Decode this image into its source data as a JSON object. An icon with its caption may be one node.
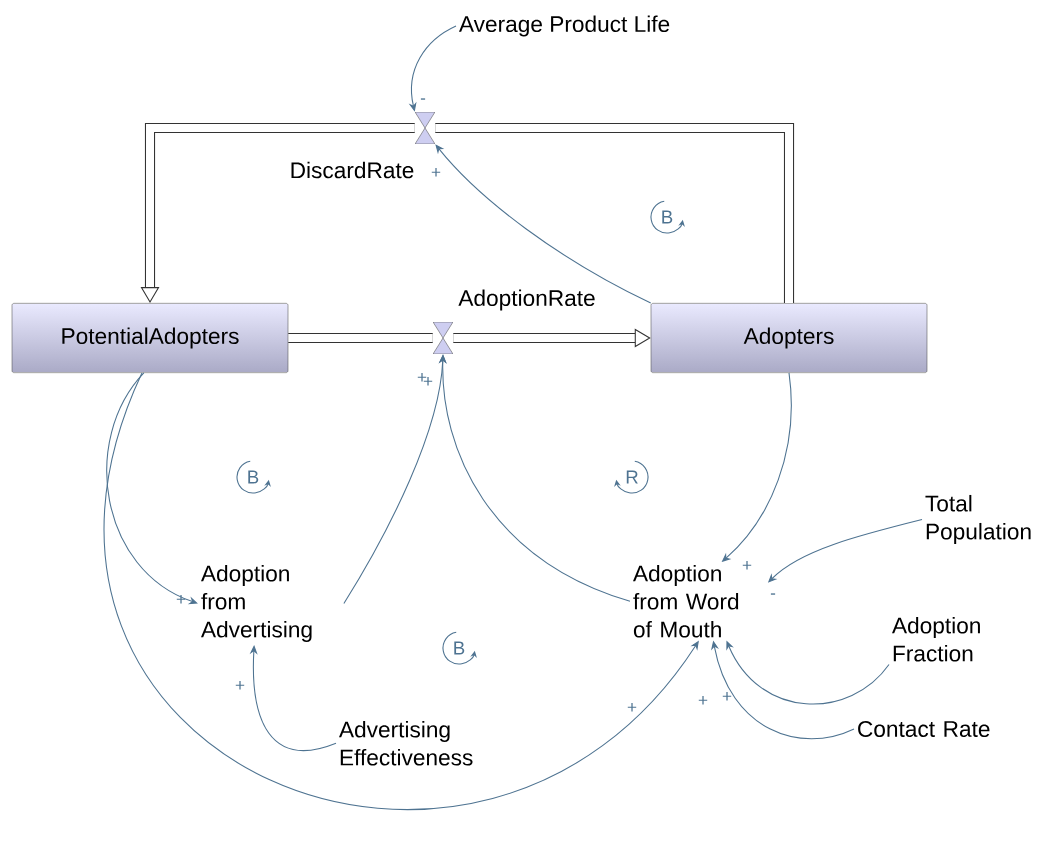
{
  "diagram": {
    "nodes": [
      {
        "text": [
          "PotentialAdopters"
        ]
      },
      {
        "text": [
          "Adopters"
        ]
      },
      {
        "text": [
          "AdoptionRate"
        ]
      },
      {
        "text": [
          "DiscardRate"
        ]
      },
      {
        "text": [
          "Average Product Life"
        ]
      },
      {
        "text": [
          "Adoption from Advertising"
        ]
      },
      {
        "text": [
          "Adoption from Word of Mouth"
        ]
      },
      {
        "text": [
          "Advertising Effectiveness"
        ]
      },
      {
        "text": [
          "Total Population"
        ]
      },
      {
        "text": [
          "Adoption Fraction"
        ]
      },
      {
        "text": [
          "Contact Rate"
        ]
      }
    ],
    "edges": [
      {
        "from": 0,
        "to": 2,
        "arrow": "none",
        "style": "thick",
        "color": "#333333"
      },
      {
        "from": 2,
        "to": 1,
        "arrow": "to",
        "style": "thick",
        "color": "#333333"
      },
      {
        "from": 1,
        "to": 3,
        "arrow": "none",
        "style": "thick",
        "color": "#333333"
      },
      {
        "from": 3,
        "to": 0,
        "arrow": "to",
        "style": "thick",
        "color": "#333333"
      },
      {
        "from": 4,
        "to": 3,
        "arrow": "to",
        "label": "-"
      },
      {
        "from": 1,
        "to": 3,
        "arrow": "to",
        "label": "+"
      },
      {
        "from": 0,
        "to": 5,
        "arrow": "to",
        "label": "+"
      },
      {
        "from": 5,
        "to": 2,
        "arrow": "to",
        "label": "+"
      },
      {
        "from": 6,
        "to": 2,
        "arrow": "to",
        "label": "+"
      },
      {
        "from": 1,
        "to": 6,
        "arrow": "to",
        "label": "+"
      },
      {
        "from": 8,
        "to": 6,
        "arrow": "to",
        "label": "-"
      },
      {
        "from": 9,
        "to": 6,
        "arrow": "to",
        "label": "+"
      },
      {
        "from": 10,
        "to": 6,
        "arrow": "to",
        "label": "+"
      },
      {
        "from": 7,
        "to": 5,
        "arrow": "to",
        "label": "+"
      },
      {
        "from": 0,
        "to": 6,
        "arrow": "to",
        "label": "+"
      }
    ],
    "labels": [
      "B",
      "B",
      "R",
      "B"
    ]
  }
}
